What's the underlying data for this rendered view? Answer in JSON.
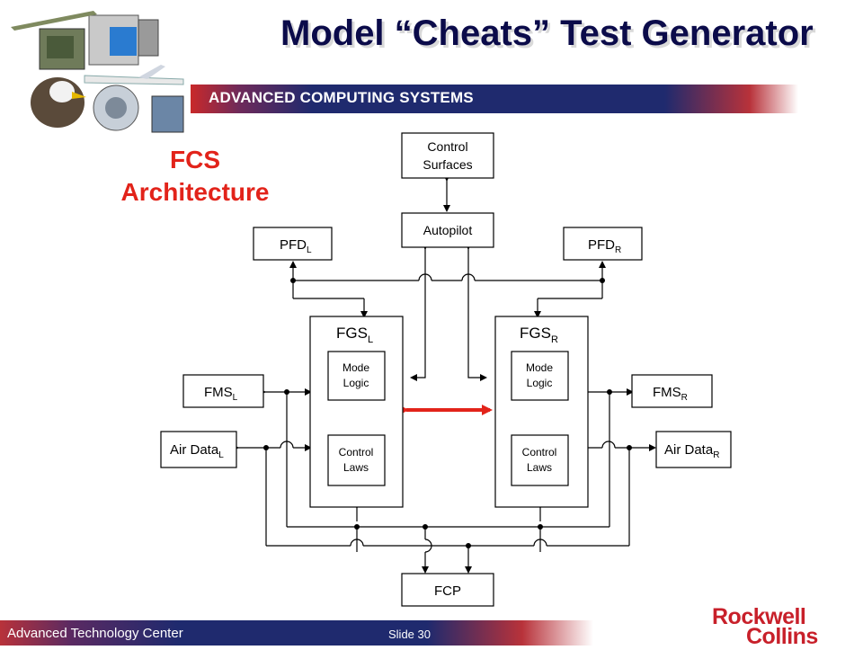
{
  "title": "Model “Cheats” Test Generator",
  "banner": "ADVANCED COMPUTING SYSTEMS",
  "fcs_heading": [
    "FCS",
    "Architecture"
  ],
  "footer": {
    "left": "Advanced Technology Center",
    "slide": "Slide 30"
  },
  "brand": {
    "line1": "Rockwell",
    "line2": "Collins"
  },
  "colors": {
    "title": "#0b0b4a",
    "accent_red": "#e2231a",
    "banner_blue": "#1f2a6e",
    "brand_red": "#c8202a"
  },
  "diagram": {
    "control_surfaces": [
      "Control",
      "Surfaces"
    ],
    "autopilot": "Autopilot",
    "pfd_l": {
      "main": "PFD",
      "sub": "L"
    },
    "pfd_r": {
      "main": "PFD",
      "sub": "R"
    },
    "fgs_l": {
      "main": "FGS",
      "sub": "L"
    },
    "fgs_r": {
      "main": "FGS",
      "sub": "R"
    },
    "mode_logic": [
      "Mode",
      "Logic"
    ],
    "control_laws": [
      "Control",
      "Laws"
    ],
    "fms_l": {
      "main": "FMS",
      "sub": "L"
    },
    "fms_r": {
      "main": "FMS",
      "sub": "R"
    },
    "air_data_l": {
      "main": "Air Data",
      "sub": "L"
    },
    "air_data_r": {
      "main": "Air Data",
      "sub": "R"
    },
    "fcp": "FCP"
  }
}
